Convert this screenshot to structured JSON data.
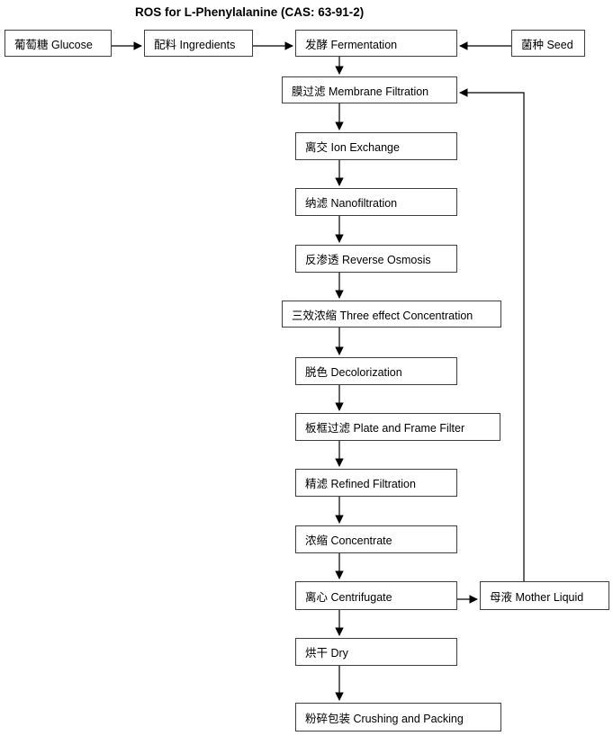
{
  "diagram": {
    "title": "ROS for L-Phenylalanine (CAS: 63-91-2)",
    "nodes": {
      "glucose": {
        "label": "葡萄糖 Glucose"
      },
      "ingredients": {
        "label": "配料 Ingredients"
      },
      "fermentation": {
        "label": "发酵 Fermentation"
      },
      "seed": {
        "label": "菌种 Seed"
      },
      "membrane": {
        "label": "膜过滤 Membrane Filtration"
      },
      "ion_exchange": {
        "label": "离交 Ion Exchange"
      },
      "nanofiltration": {
        "label": "纳滤 Nanofiltration"
      },
      "reverse_osmosis": {
        "label": "反渗透 Reverse Osmosis"
      },
      "three_effect": {
        "label": "三效浓缩 Three effect Concentration"
      },
      "decolorization": {
        "label": "脱色 Decolorization"
      },
      "plate_frame": {
        "label": "板框过滤 Plate and Frame Filter"
      },
      "refined": {
        "label": "精滤 Refined Filtration"
      },
      "concentrate": {
        "label": "浓缩 Concentrate"
      },
      "centrifugate": {
        "label": "离心 Centrifugate"
      },
      "mother_liquid": {
        "label": "母液 Mother Liquid"
      },
      "dry": {
        "label": "烘干 Dry"
      },
      "crushing": {
        "label": "粉碎包装 Crushing and Packing"
      }
    },
    "colors": {
      "background": "#ffffff",
      "box_fill": "#ffffff",
      "box_border": "#3f3f3f",
      "line": "#000000",
      "text": "#000000"
    }
  }
}
